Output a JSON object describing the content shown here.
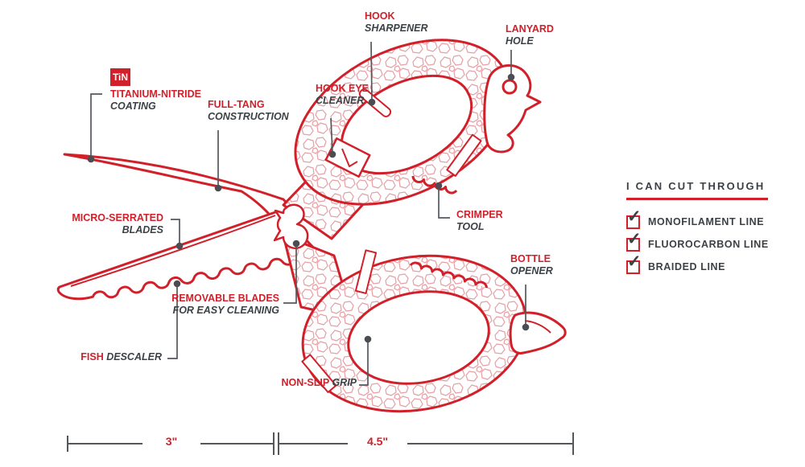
{
  "colors": {
    "red": "#d1202a",
    "dark": "#3c4146",
    "leader": "#54585c",
    "texture": "#e5a0a5"
  },
  "badge": "TiN",
  "labels": {
    "titanium": {
      "title": "TITANIUM-NITRIDE",
      "sub": "COATING"
    },
    "full_tang": {
      "title": "FULL-TANG",
      "sub": "CONSTRUCTION"
    },
    "hook_sharpener": {
      "title": "HOOK",
      "sub": "SHARPENER"
    },
    "hook_eye": {
      "title": "HOOK EYE",
      "sub": "CLEANER"
    },
    "lanyard": {
      "title": "LANYARD",
      "sub": "HOLE"
    },
    "micro_serrated": {
      "title": "MICRO-SERRATED",
      "sub": "BLADES"
    },
    "crimper": {
      "title": "CRIMPER",
      "sub": "TOOL"
    },
    "removable_blades": {
      "title": "REMOVABLE BLADES",
      "sub": "FOR EASY CLEANING"
    },
    "fish_descaler": {
      "title": "FISH",
      "sub": "DESCALER"
    },
    "non_slip": {
      "title": "NON-SLIP",
      "sub": "GRIP"
    },
    "bottle_opener": {
      "title": "BOTTLE",
      "sub": "OPENER"
    }
  },
  "cut_through_panel": {
    "title": "I CAN CUT THROUGH",
    "check_glyph": "✓",
    "items": [
      {
        "label": "MONOFILAMENT LINE",
        "checked": true
      },
      {
        "label": "FLUOROCARBON LINE",
        "checked": true
      },
      {
        "label": "BRAIDED LINE",
        "checked": true
      }
    ]
  },
  "dimensions": {
    "blade_length": "3\"",
    "handle_length": "4.5\""
  }
}
